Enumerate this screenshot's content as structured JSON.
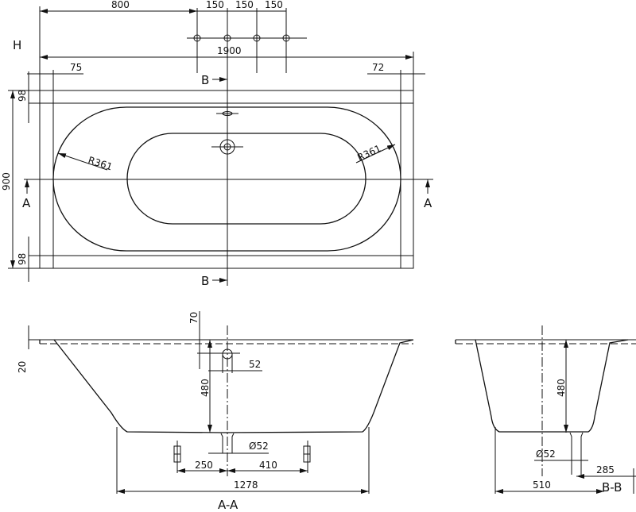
{
  "title": "Bathtub technical drawing",
  "top_view": {
    "label_h": "H",
    "dim_800": "800",
    "dim_150_a": "150",
    "dim_150_b": "150",
    "dim_150_c": "150",
    "dim_1900": "1900",
    "dim_75": "75",
    "dim_72": "72",
    "dim_98_top": "98",
    "dim_98_bottom": "98",
    "dim_900": "900",
    "radius_left": "R361",
    "radius_right": "R361",
    "section_b_top": "B",
    "section_b_bottom": "B",
    "section_a_left": "A",
    "section_a_right": "A"
  },
  "section_aa": {
    "dim_70": "70",
    "dim_20": "20",
    "dim_52": "52",
    "dim_480": "480",
    "dim_phi52": "Ø52",
    "dim_250": "250",
    "dim_410": "410",
    "dim_1278": "1278",
    "label": "A-A"
  },
  "section_bb": {
    "dim_480": "480",
    "dim_phi52": "Ø52",
    "dim_510": "510",
    "dim_285": "285",
    "label": "B-B"
  }
}
